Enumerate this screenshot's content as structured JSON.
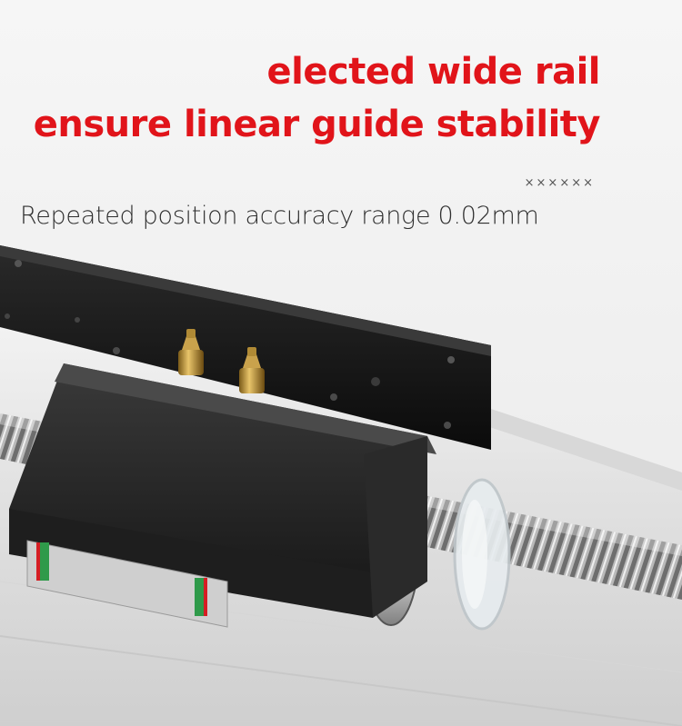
{
  "headline": {
    "line1": "elected wide rail",
    "line2": "ensure linear guide stability",
    "color": "#e1141a"
  },
  "marks": "××××××",
  "subline": "Repeated position accuracy range 0.02mm"
}
